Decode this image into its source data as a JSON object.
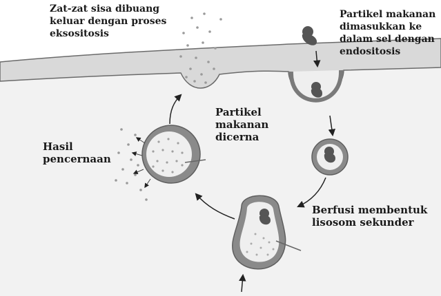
{
  "labels": {
    "exocytosis": [
      "Zat-zat sisa dibuang",
      "keluar dengan proses",
      "eksositosis"
    ],
    "endocytosis": [
      "Partikel makanan",
      "dimasukkan ke",
      "dalam sel dengan",
      "endositosis"
    ],
    "digested": [
      "Partikel",
      "makanan",
      "dicerna"
    ],
    "products": [
      "Hasil",
      "pencernaan"
    ],
    "fusion": [
      "Berfusi membentuk",
      "lisosom sekunder"
    ]
  },
  "colors": {
    "membrane": "#9a9a9a",
    "membrane_edge": "#5e5e5e",
    "cytoplasm": "#f2f2f2",
    "vesicle_inner": "#efefef",
    "food_particle": "#555555",
    "lysosome_wall": "#7d7d7d",
    "dots": "#9a9a9a",
    "arrow": "#222222"
  }
}
